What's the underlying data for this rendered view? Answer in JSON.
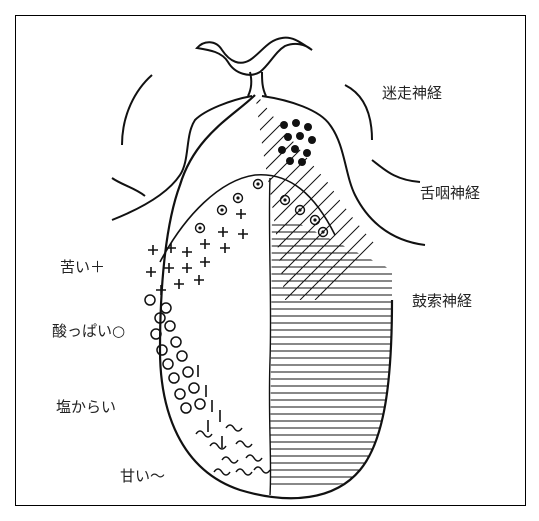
{
  "labels": {
    "vagus": "迷走神経",
    "glossopharyngeal": "舌咽神経",
    "chorda": "鼓索神経",
    "bitter": "苦い＋",
    "sour": "酸っぱい○",
    "salty": "塩からい",
    "sweet": "甘い〜"
  },
  "colors": {
    "ink": "#111111",
    "background": "#ffffff"
  }
}
